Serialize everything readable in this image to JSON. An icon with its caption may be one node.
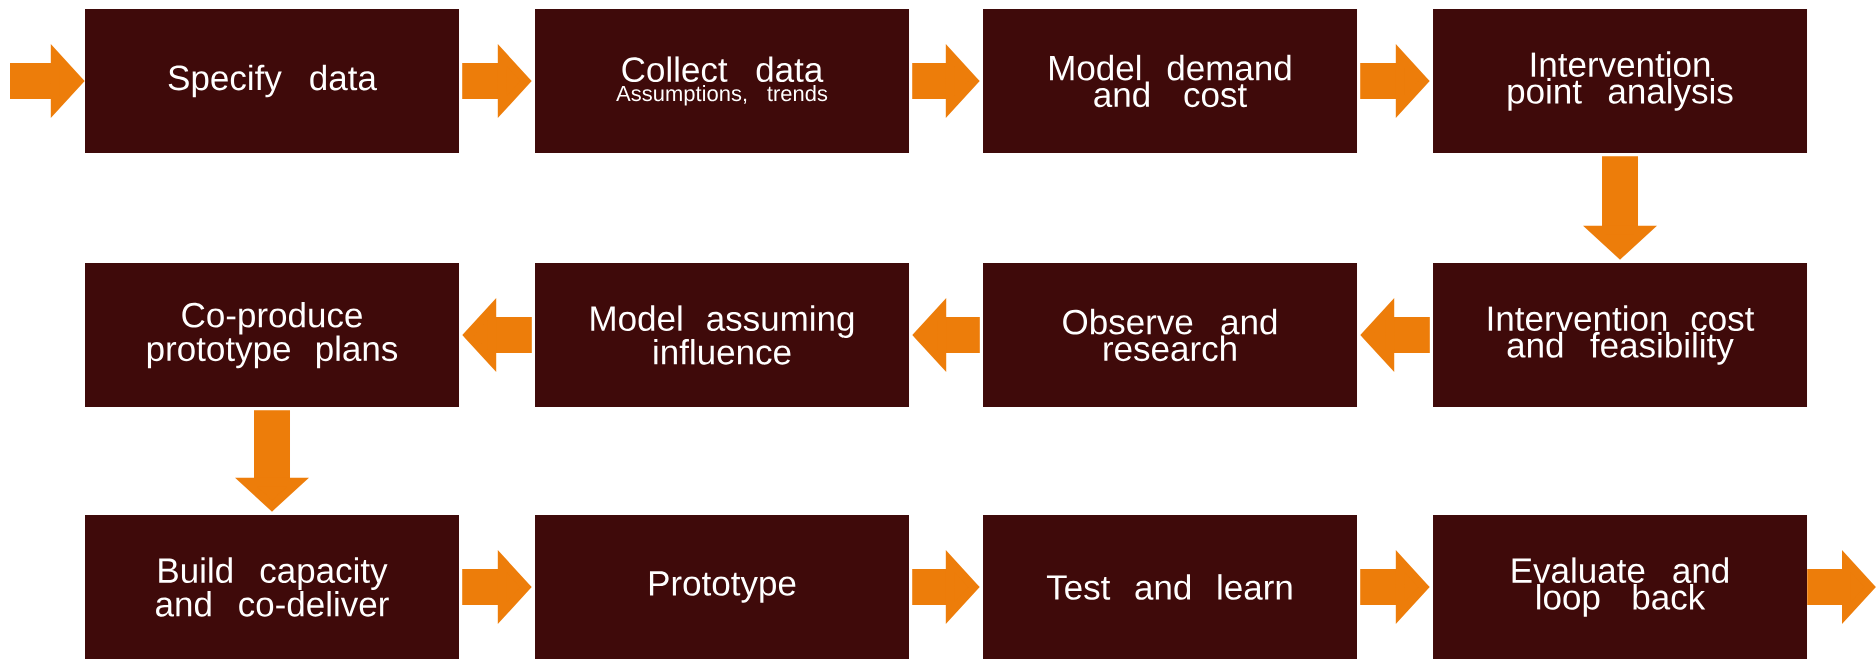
{
  "diagram": {
    "nodes": [
      {
        "text": [
          "Specify data"
        ]
      },
      {
        "text": [
          "Collect data",
          "Assumptions, trends"
        ]
      },
      {
        "text": [
          "Model demand and cost"
        ]
      },
      {
        "text": [
          "Intervention point analysis"
        ]
      },
      {
        "text": [
          "Co-produce prototype plans"
        ]
      },
      {
        "text": [
          "Model assuming influence"
        ]
      },
      {
        "text": [
          "Observe and research"
        ]
      },
      {
        "text": [
          "Intervention cost and feasibility"
        ]
      },
      {
        "text": [
          "Build capacity and co-deliver"
        ]
      },
      {
        "text": [
          "Prototype"
        ]
      },
      {
        "text": [
          "Test and learn"
        ]
      },
      {
        "text": [
          "Evaluate and loop back"
        ]
      }
    ],
    "edges": [
      {
        "from": null,
        "to": 0,
        "arrow": "to"
      },
      {
        "from": 0,
        "to": 1,
        "arrow": "to"
      },
      {
        "from": 1,
        "to": 2,
        "arrow": "to"
      },
      {
        "from": 2,
        "to": 3,
        "arrow": "to"
      },
      {
        "from": 3,
        "to": 7,
        "arrow": "to"
      },
      {
        "from": 7,
        "to": 6,
        "arrow": "to"
      },
      {
        "from": 6,
        "to": 5,
        "arrow": "to"
      },
      {
        "from": 5,
        "to": 4,
        "arrow": "to"
      },
      {
        "from": 4,
        "to": 8,
        "arrow": "to"
      },
      {
        "from": 8,
        "to": 9,
        "arrow": "to"
      },
      {
        "from": 9,
        "to": 10,
        "arrow": "to"
      },
      {
        "from": 10,
        "to": 11,
        "arrow": "to"
      },
      {
        "from": 11,
        "to": null,
        "arrow": "to"
      }
    ]
  }
}
